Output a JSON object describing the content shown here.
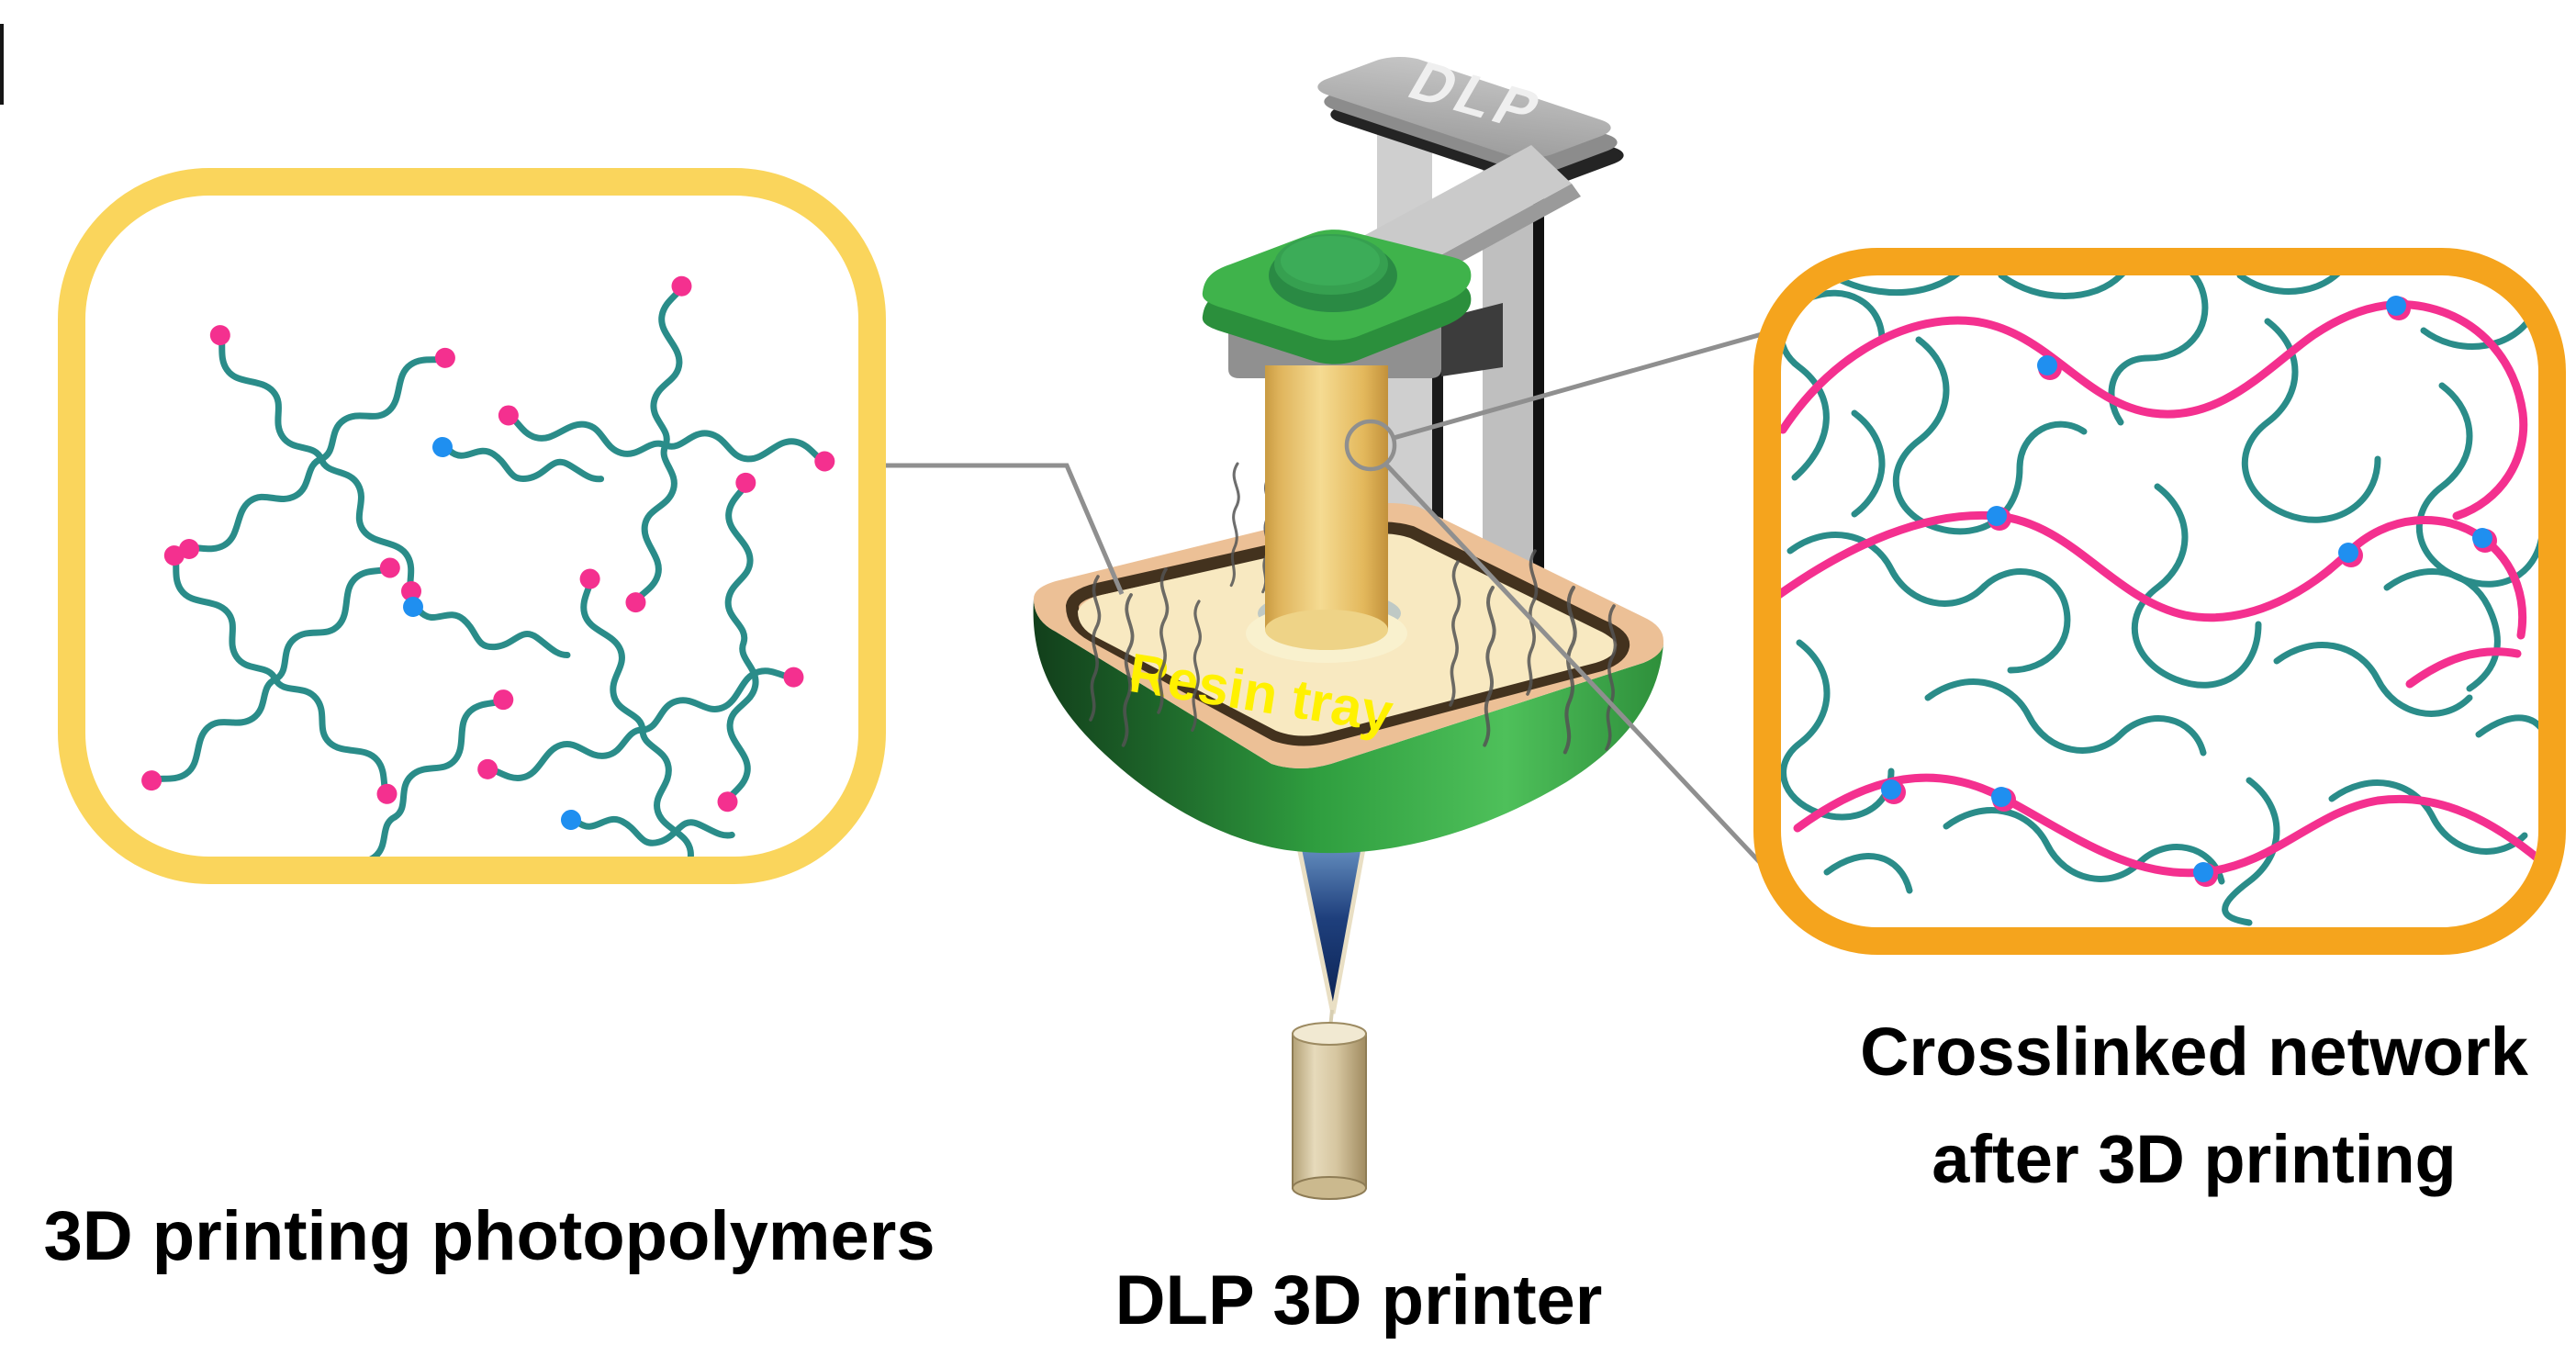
{
  "figure": {
    "left_panel": {
      "label": "3D printing photopolymers",
      "border_color": "#FAD55C",
      "content": "teal 4-arm star photopolymer chains with pink reactive end groups and blue photoinitiator-tipped chains"
    },
    "right_panel": {
      "label_line1": "Crosslinked network",
      "label_line2": "after 3D printing",
      "border_color": "#F5A41D",
      "content": "entangled teal polymer network crosslinked by pink chains with blue junction dots"
    },
    "printer": {
      "dlp_plate_label": "DLP",
      "resin_tray_label": "Resin tray",
      "caption": "DLP 3D printer"
    },
    "colors": {
      "left_panel_border": "#FAD55C",
      "right_panel_border": "#F5A41D",
      "polymer_teal": "#2A8C89",
      "reactive_end_pink": "#F4308F",
      "photoinitiator_blue": "#1F8FF0",
      "tray_green": "#2F9E3F",
      "tray_label_yellow": "#FFF100",
      "resin_cream": "#F8E9C1",
      "rim_peach": "#ECC096",
      "build_plate_green": "#3FB34B",
      "printed_part_gold": "#EFCB79",
      "light_cone_blue": "#16346E",
      "machine_gray": "#ADADAD",
      "projector_beige": "#D6C6A0",
      "caption_black": "#000000"
    }
  }
}
